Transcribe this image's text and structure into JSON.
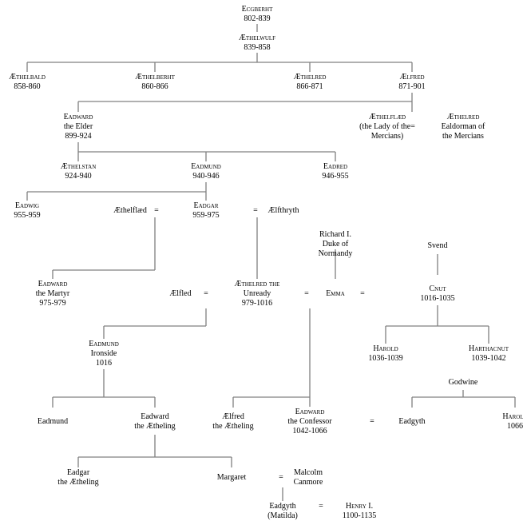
{
  "diagram": {
    "title": "Genealogy of the House of Wessex and related lines",
    "line_color": "#808080",
    "nodes": [
      {
        "id": "egbert",
        "lines": [
          "Ecgberht",
          "802-839"
        ],
        "sc": true
      },
      {
        "id": "aethelwulf",
        "lines": [
          "Æthelwulf",
          "839-858"
        ],
        "sc": true
      },
      {
        "id": "aethelbald",
        "lines": [
          "Æthelbald",
          "858-860"
        ],
        "sc": true
      },
      {
        "id": "aethelberht",
        "lines": [
          "Æthelberht",
          "860-866"
        ],
        "sc": true
      },
      {
        "id": "aethelred1",
        "lines": [
          "Æthelred",
          "866-871"
        ],
        "sc": true
      },
      {
        "id": "aelfred",
        "lines": [
          "Ælfred",
          "871-901"
        ],
        "sc": true
      },
      {
        "id": "edward-elder",
        "lines": [
          "Eadward",
          "the Elder",
          "899-924"
        ],
        "sc": true
      },
      {
        "id": "aethelflaed-mercia",
        "lines": [
          "Æthelflæd",
          "(the Lady of the=",
          "Mercians)"
        ],
        "sc": true
      },
      {
        "id": "aethelred-ealdorman",
        "lines": [
          "Æthelred",
          "Ealdorman of",
          "the Mercians"
        ],
        "sc": true
      },
      {
        "id": "aethelstan",
        "lines": [
          "Æthelstan",
          "924-940"
        ],
        "sc": true
      },
      {
        "id": "eadmund1",
        "lines": [
          "Eadmund",
          "940-946"
        ],
        "sc": true
      },
      {
        "id": "eadred",
        "lines": [
          "Eadred",
          "946-955"
        ],
        "sc": true
      },
      {
        "id": "eadwig",
        "lines": [
          "Eadwig",
          "955-959"
        ],
        "sc": true
      },
      {
        "id": "aethelflaed2",
        "lines": [
          "Æthelflæd"
        ],
        "sc": false
      },
      {
        "id": "eadgar",
        "lines": [
          "Eadgar",
          "959-975"
        ],
        "sc": true
      },
      {
        "id": "aelfthryth",
        "lines": [
          "Ælfthryth"
        ],
        "sc": false
      },
      {
        "id": "richard",
        "lines": [
          "Richard I.",
          "Duke of",
          "Normandy"
        ],
        "sc": false
      },
      {
        "id": "svend",
        "lines": [
          "Svend"
        ],
        "sc": false
      },
      {
        "id": "edward-martyr",
        "lines": [
          "Eadward",
          "the Martyr",
          "975-979"
        ],
        "sc": true
      },
      {
        "id": "aelfled",
        "lines": [
          "Ælfled"
        ],
        "sc": false
      },
      {
        "id": "aethelred-unready",
        "lines": [
          "Æthelred the",
          "Unready",
          "979-1016"
        ],
        "sc": true
      },
      {
        "id": "emma",
        "lines": [
          "Emma"
        ],
        "sc": true
      },
      {
        "id": "cnut",
        "lines": [
          "Cnut",
          "1016-1035"
        ],
        "sc": true
      },
      {
        "id": "eadmund-ironside",
        "lines": [
          "Eadmund",
          "Ironside",
          "1016"
        ],
        "sc": true
      },
      {
        "id": "harold1",
        "lines": [
          "Harold",
          "1036-1039"
        ],
        "sc": true
      },
      {
        "id": "harthacnut",
        "lines": [
          "Harthacnut",
          "1039-1042"
        ],
        "sc": true
      },
      {
        "id": "godwine",
        "lines": [
          "Godwine"
        ],
        "sc": false
      },
      {
        "id": "eadmund2",
        "lines": [
          "Eadmund"
        ],
        "sc": false
      },
      {
        "id": "edward-aetheling",
        "lines": [
          "Eadward",
          "the Ætheling"
        ],
        "sc": false
      },
      {
        "id": "aelfred-aetheling",
        "lines": [
          "Ælfred",
          "the Ætheling"
        ],
        "sc": false
      },
      {
        "id": "edward-confessor",
        "lines": [
          "Eadward",
          "the Confessor",
          "1042-1066"
        ],
        "sc": true
      },
      {
        "id": "eadgyth1",
        "lines": [
          "Eadgyth"
        ],
        "sc": false
      },
      {
        "id": "harold2",
        "lines": [
          "Harold",
          "1066"
        ],
        "sc": true
      },
      {
        "id": "eadgar-aetheling",
        "lines": [
          "Eadgar",
          "the Ætheling"
        ],
        "sc": false
      },
      {
        "id": "margaret",
        "lines": [
          "Margaret"
        ],
        "sc": false
      },
      {
        "id": "malcolm",
        "lines": [
          "Malcolm",
          "Canmore"
        ],
        "sc": false
      },
      {
        "id": "eadgyth-matilda",
        "lines": [
          "Eadgyth",
          "(Matilda)"
        ],
        "sc": false
      },
      {
        "id": "henry1",
        "lines": [
          "Henry I.",
          "1100-1135"
        ],
        "sc": true
      }
    ],
    "marriage_symbol": "="
  }
}
